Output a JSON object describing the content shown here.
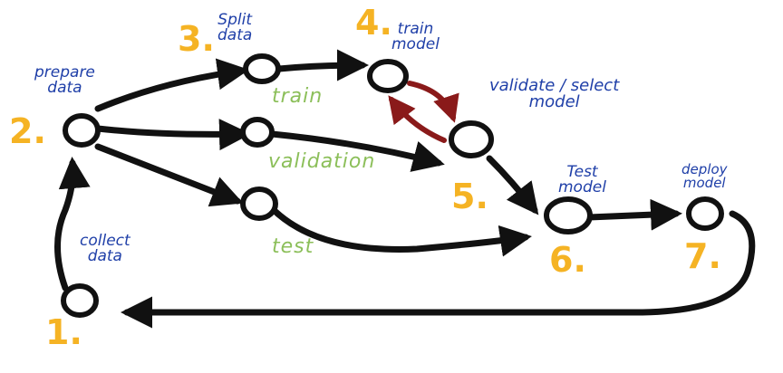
{
  "colors": {
    "ink": "#111111",
    "step_number": "#f5b324",
    "node_label": "#1f3fa8",
    "split_label": "#8cbf5a",
    "loop_arrow": "#8a1a1a"
  },
  "steps": {
    "s1": {
      "number": "1.",
      "label": "collect\ndata"
    },
    "s2": {
      "number": "2.",
      "label": "prepare\ndata"
    },
    "s3": {
      "number": "3.",
      "label": "Split\ndata"
    },
    "s4": {
      "number": "4.",
      "label": "train\nmodel"
    },
    "s5": {
      "number": "5.",
      "label": "validate / select\nmodel"
    },
    "s6": {
      "number": "6.",
      "label": "Test\nmodel"
    },
    "s7": {
      "number": "7.",
      "label": "deploy\nmodel"
    }
  },
  "splits": {
    "train": "train",
    "validation": "validation",
    "test": "test"
  }
}
